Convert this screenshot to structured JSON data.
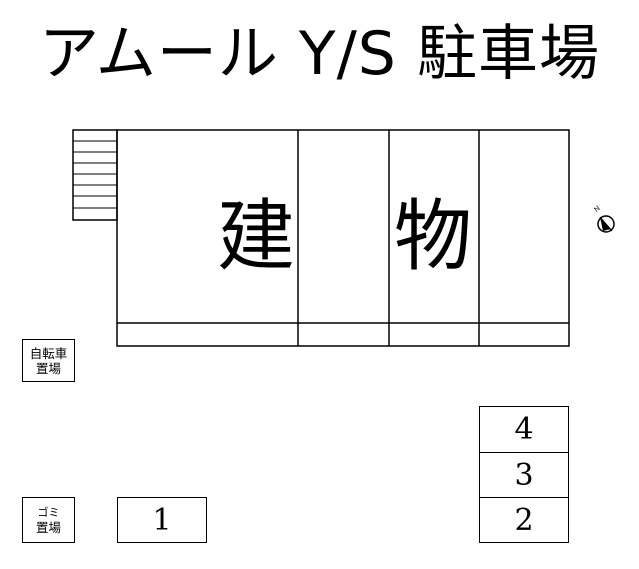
{
  "title": "アムール Y/S 駐車場",
  "building": {
    "char1": "建",
    "char2": "物"
  },
  "bike_parking": {
    "line1": "自転車",
    "line2": "置場"
  },
  "garbage_area": {
    "line1": "ゴミ",
    "line2": "置場"
  },
  "parking_spaces": [
    {
      "number": "1"
    },
    {
      "number": "2"
    },
    {
      "number": "3"
    },
    {
      "number": "4"
    }
  ],
  "compass": {
    "label": "N",
    "icon": "north-arrow-icon"
  }
}
